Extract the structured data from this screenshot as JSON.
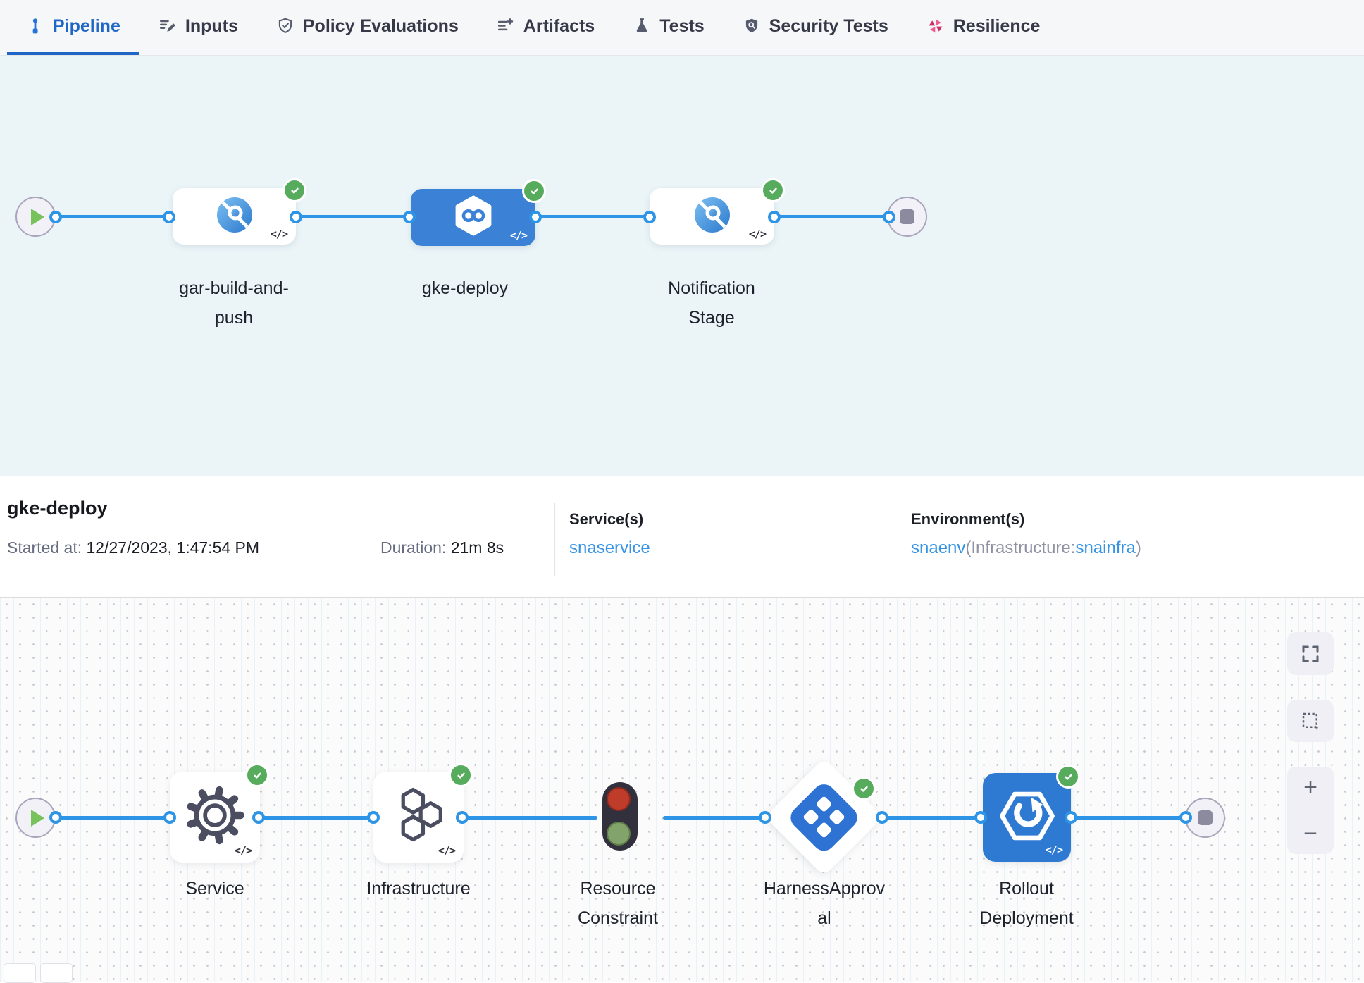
{
  "tabs": [
    {
      "label": "Pipeline",
      "active": true
    },
    {
      "label": "Inputs",
      "active": false
    },
    {
      "label": "Policy Evaluations",
      "active": false
    },
    {
      "label": "Artifacts",
      "active": false
    },
    {
      "label": "Tests",
      "active": false
    },
    {
      "label": "Security Tests",
      "active": false
    },
    {
      "label": "Resilience",
      "active": false
    }
  ],
  "stage_graph": {
    "stages": [
      {
        "label": "gar-build-and-\npush",
        "status": "success",
        "code_glyph": "</>"
      },
      {
        "label": "gke-deploy",
        "status": "success",
        "code_glyph": "</>",
        "selected": true
      },
      {
        "label": "Notification\nStage",
        "status": "success",
        "code_glyph": "</>"
      }
    ]
  },
  "details": {
    "title": "gke-deploy",
    "started_label": "Started at:",
    "started_value": " 12/27/2023, 1:47:54 PM",
    "duration_label": "Duration: ",
    "duration_value": "21m 8s",
    "services_label": "Service(s)",
    "services_value": "snaservice",
    "environments_label": "Environment(s)",
    "environment_link": "snaenv",
    "environment_infra_prefix": "(Infrastructure:",
    "environment_infra_link": "snainfra",
    "environment_suffix": ")"
  },
  "execution_graph": {
    "steps": [
      {
        "label": "Service",
        "status": "success",
        "code_glyph": "</>"
      },
      {
        "label": "Infrastructure",
        "status": "success",
        "code_glyph": "</>"
      },
      {
        "label": "Resource\nConstraint"
      },
      {
        "label": "HarnessApprov\nal",
        "status": "success"
      },
      {
        "label": "Rollout\nDeployment",
        "status": "success",
        "code_glyph": "</>"
      }
    ]
  },
  "colors": {
    "accent_blue": "#2e94e6",
    "selected_stage_blue": "#3b82d6",
    "success_green": "#57ab5c",
    "tab_active_blue": "#2066c6",
    "resilience_pink": "#e0487f",
    "canvas_top_bg": "#ebf5f8"
  }
}
